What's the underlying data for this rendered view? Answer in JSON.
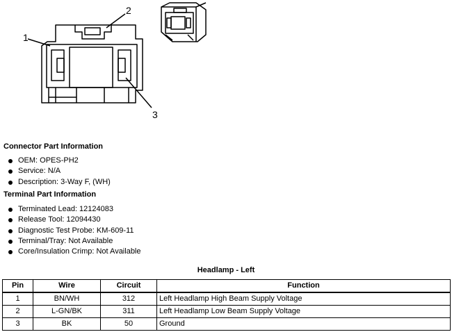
{
  "diagram": {
    "callouts": [
      "1",
      "2",
      "3"
    ]
  },
  "connector_info": {
    "title": "Connector Part Information",
    "items": [
      "OEM: OPES-PH2",
      "Service: N/A",
      "Description: 3-Way F, (WH)"
    ]
  },
  "terminal_info": {
    "title": "Terminal Part Information",
    "items": [
      "Terminated Lead: 12124083",
      "Release Tool: 12094430",
      "Diagnostic Test Probe: KM-609-11",
      "Terminal/Tray: Not Available",
      "Core/Insulation Crimp: Not Available"
    ]
  },
  "table": {
    "title": "Headlamp - Left",
    "headers": [
      "Pin",
      "Wire",
      "Circuit",
      "Function"
    ],
    "rows": [
      [
        "1",
        "BN/WH",
        "312",
        "Left Headlamp High Beam Supply Voltage"
      ],
      [
        "2",
        "L-GN/BK",
        "311",
        "Left Headlamp Low Beam Supply Voltage"
      ],
      [
        "3",
        "BK",
        "50",
        "Ground"
      ]
    ]
  }
}
